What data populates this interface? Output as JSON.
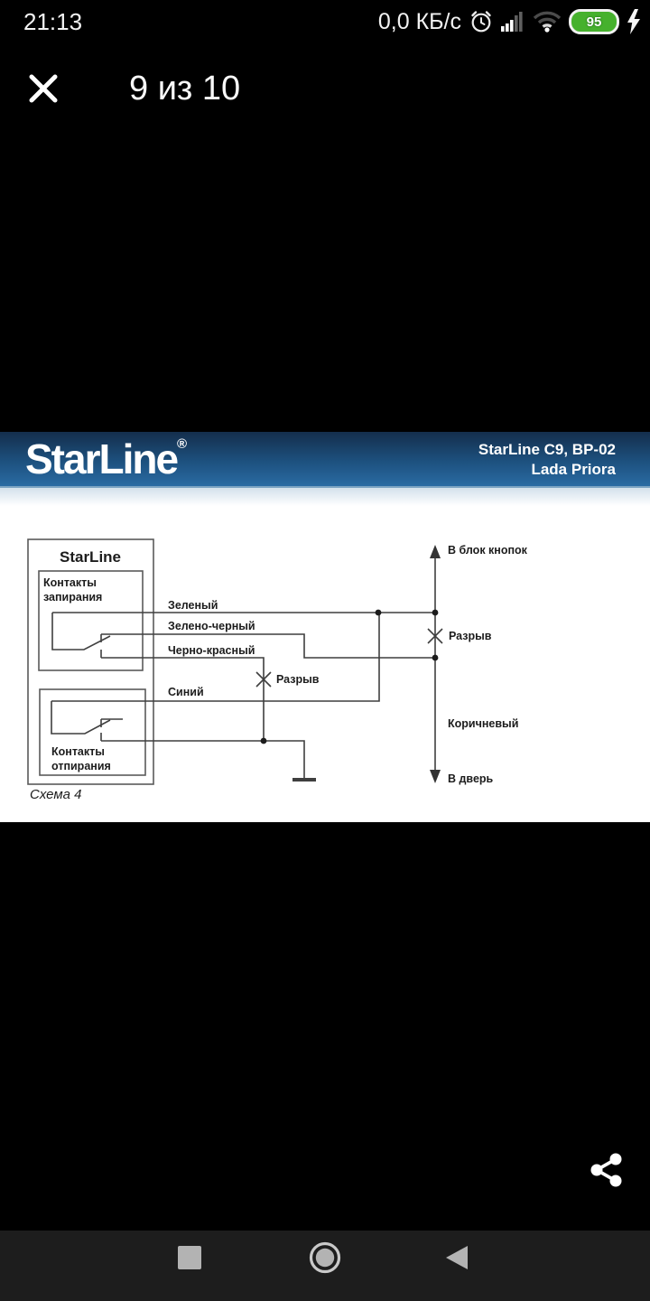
{
  "status_bar": {
    "time": "21:13",
    "net_speed": "0,0 КБ/с",
    "battery_percent": "95"
  },
  "viewer_header": {
    "counter": "9 из 10"
  },
  "banner": {
    "logo": "StarLine",
    "trademark": "®",
    "title_line1": "StarLine C9, BP-02",
    "title_line2": "Lada Priora"
  },
  "diagram": {
    "unit_label": "StarLine",
    "lock_contacts_line1": "Контакты",
    "lock_contacts_line2": "запирания",
    "unlock_contacts_line1": "Контакты",
    "unlock_contacts_line2": "отпирания",
    "wire_green": "Зеленый",
    "wire_green_black": "Зелено-черный",
    "wire_black_red": "Черно-красный",
    "wire_blue": "Синий",
    "wire_brown": "Коричневый",
    "break_left": "Разрыв",
    "break_right": "Разрыв",
    "to_button_block": "В блок кнопок",
    "to_door": "В дверь",
    "caption": "Схема 4"
  },
  "colors": {
    "banner_top": "#142e4c",
    "banner_bottom": "#2a6ba3",
    "battery_green": "#46b12d",
    "diagram_line": "#3f3f3f"
  }
}
